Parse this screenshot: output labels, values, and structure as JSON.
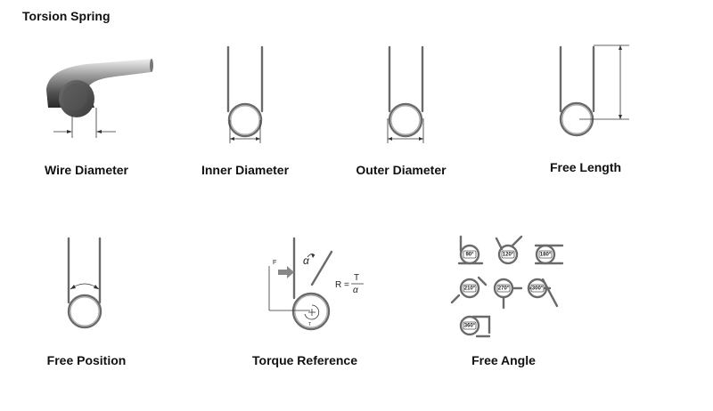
{
  "title": "Torsion Spring",
  "captions": {
    "wire_diameter": "Wire Diameter",
    "inner_diameter": "Inner Diameter",
    "outer_diameter": "Outer Diameter",
    "free_length": "Free Length",
    "free_position": "Free Position",
    "torque_reference": "Torque Reference",
    "free_angle": "Free Angle"
  },
  "torque": {
    "force_label": "F",
    "angle_label": "α",
    "formula_lhs": "R =",
    "formula_num": "T",
    "formula_den": "α",
    "torque_label": "T"
  },
  "angles": [
    "90°",
    "120°",
    "180°",
    "210°",
    "270°",
    "300°",
    "360°"
  ]
}
